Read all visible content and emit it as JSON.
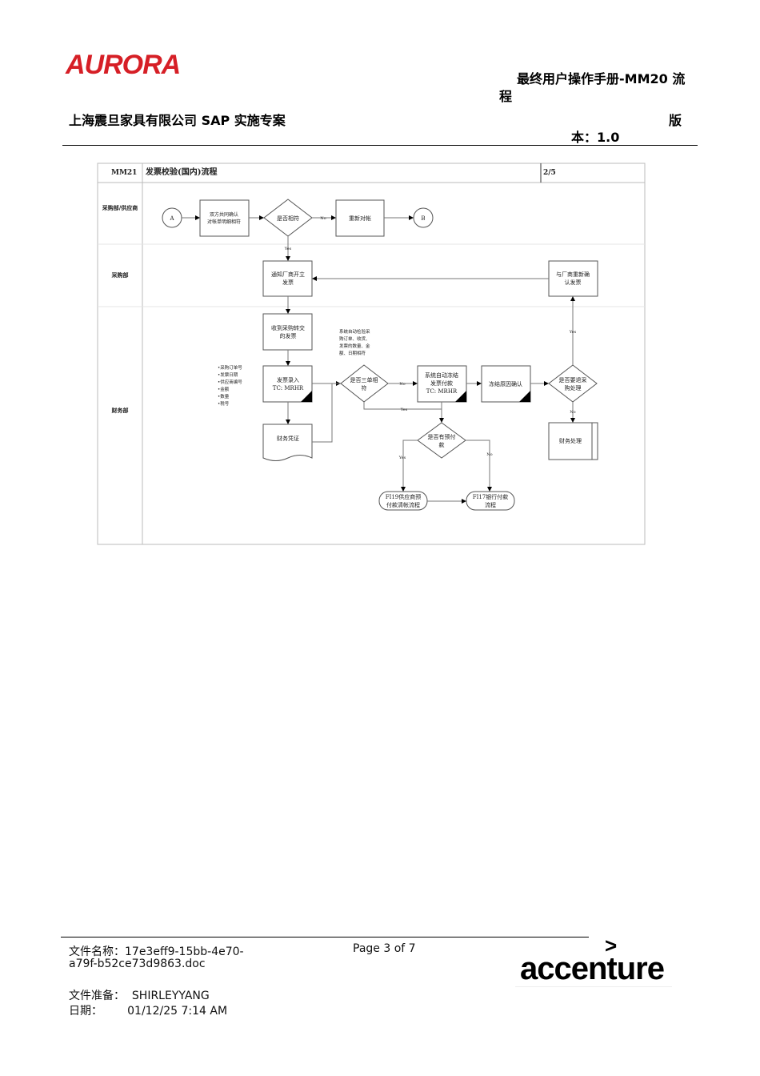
{
  "header": {
    "logo": "AURORA",
    "doc_title_line1": "最终用户操作手册-MM20 流",
    "doc_title_line2": "程",
    "company": "上海震旦家具有限公司 SAP 实施专案",
    "version_line1": "版",
    "version_line2": "本：1.0"
  },
  "flow": {
    "code": "MM21",
    "title": "发票校验(国内)流程",
    "page": "2/5",
    "lanes": [
      "采购部/供应商",
      "采购部",
      "财务部"
    ],
    "nodes": {
      "a": "A",
      "b": "B",
      "confirm": [
        "双方共同确认",
        "对帐单明细相符"
      ],
      "match": "是否相符",
      "recheck": "重新对帐",
      "notify": [
        "通知厂商开立",
        "发票"
      ],
      "receive": [
        "收到采购转交",
        "的发票"
      ],
      "entry": [
        "发票录入",
        "TC: MRHR"
      ],
      "voucher": "财务凭证",
      "three": [
        "是否三单相",
        "符"
      ],
      "freeze": [
        "系统自动冻结",
        "发票付款",
        "TC: MRHR"
      ],
      "reason": "冻结原因确认",
      "return": [
        "是否要退采",
        "购处理"
      ],
      "reconfirm": [
        "与厂商重新确",
        "认发票"
      ],
      "fin": "财务处理",
      "prepay": [
        "是否有预付",
        "款"
      ],
      "fi19": [
        "FI19供应商预",
        "付款清帐流程"
      ],
      "fi17": [
        "FI17银行付款",
        "流程"
      ]
    },
    "bullets": [
      "•采购订单号",
      "•发票日期",
      "•供应商编号",
      "•金额",
      "•数量",
      "•税号"
    ],
    "note": [
      "系统自动检验采",
      "购订单、收货、",
      "发票的数量、金",
      "额、日期相符"
    ],
    "labels": {
      "yes": "Yes",
      "no": "No"
    }
  },
  "footer": {
    "file_name_line1": "文件名称：17e3eff9-15bb-4e70-",
    "file_name_line2": "a79f-b52ce73d9863.doc",
    "page": "Page 3 of 7",
    "prepared": "文件准备：  SHIRLEYYANG",
    "date": "日期：       01/12/25 7:14 AM",
    "logo": "accenture",
    "logo_mark": ">"
  }
}
